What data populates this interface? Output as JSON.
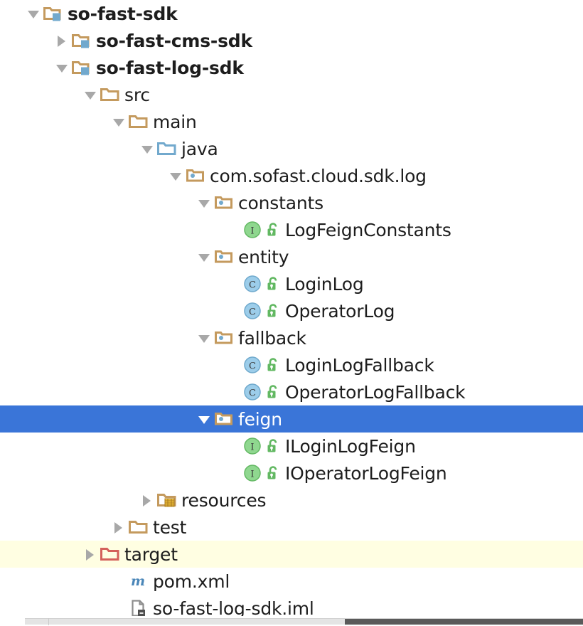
{
  "panel": {
    "name": "project-tree",
    "selection_color": "#3a75d8",
    "selection_text_color": "#ffffff",
    "excluded_highlight_color": "#fffee2",
    "text_color": "#1d1d1d",
    "folder_color": "#c49a5e",
    "source_folder_color": "#72a9cd",
    "excluded_folder_color": "#d4615b",
    "interface_icon_color": "#8fd78f",
    "class_icon_color": "#9ccdea",
    "lock_icon_color": "#62b862"
  },
  "rows": [
    {
      "label": "so-fast-sdk",
      "indent": 0,
      "twisty": "expanded",
      "icon": "module-folder-icon",
      "bold": true,
      "state": "normal"
    },
    {
      "label": "so-fast-cms-sdk",
      "indent": 1,
      "twisty": "collapsed",
      "icon": "module-folder-icon",
      "bold": true,
      "state": "normal"
    },
    {
      "label": "so-fast-log-sdk",
      "indent": 1,
      "twisty": "expanded",
      "icon": "module-folder-icon",
      "bold": true,
      "state": "normal"
    },
    {
      "label": "src",
      "indent": 2,
      "twisty": "expanded",
      "icon": "folder-icon",
      "bold": false,
      "state": "normal"
    },
    {
      "label": "main",
      "indent": 3,
      "twisty": "expanded",
      "icon": "folder-icon",
      "bold": false,
      "state": "normal"
    },
    {
      "label": "java",
      "indent": 4,
      "twisty": "expanded",
      "icon": "source-folder-icon",
      "bold": false,
      "state": "normal"
    },
    {
      "label": "com.sofast.cloud.sdk.log",
      "indent": 5,
      "twisty": "expanded",
      "icon": "package-folder-icon",
      "bold": false,
      "state": "normal"
    },
    {
      "label": "constants",
      "indent": 6,
      "twisty": "expanded",
      "icon": "package-folder-icon",
      "bold": false,
      "state": "normal"
    },
    {
      "label": "LogFeignConstants",
      "indent": 7,
      "twisty": "none",
      "icon": "interface-icon",
      "bold": false,
      "state": "normal",
      "badge": "unlocked-icon"
    },
    {
      "label": "entity",
      "indent": 6,
      "twisty": "expanded",
      "icon": "package-folder-icon",
      "bold": false,
      "state": "normal"
    },
    {
      "label": "LoginLog",
      "indent": 7,
      "twisty": "none",
      "icon": "class-icon",
      "bold": false,
      "state": "normal",
      "badge": "unlocked-icon"
    },
    {
      "label": "OperatorLog",
      "indent": 7,
      "twisty": "none",
      "icon": "class-icon",
      "bold": false,
      "state": "normal",
      "badge": "unlocked-icon"
    },
    {
      "label": "fallback",
      "indent": 6,
      "twisty": "expanded",
      "icon": "package-folder-icon",
      "bold": false,
      "state": "normal"
    },
    {
      "label": "LoginLogFallback",
      "indent": 7,
      "twisty": "none",
      "icon": "class-icon",
      "bold": false,
      "state": "normal",
      "badge": "unlocked-icon"
    },
    {
      "label": "OperatorLogFallback",
      "indent": 7,
      "twisty": "none",
      "icon": "class-icon",
      "bold": false,
      "state": "normal",
      "badge": "unlocked-icon"
    },
    {
      "label": "feign",
      "indent": 6,
      "twisty": "expanded",
      "icon": "package-folder-icon",
      "bold": false,
      "state": "selected"
    },
    {
      "label": "ILoginLogFeign",
      "indent": 7,
      "twisty": "none",
      "icon": "interface-icon",
      "bold": false,
      "state": "normal",
      "badge": "unlocked-icon"
    },
    {
      "label": "IOperatorLogFeign",
      "indent": 7,
      "twisty": "none",
      "icon": "interface-icon",
      "bold": false,
      "state": "normal",
      "badge": "unlocked-icon"
    },
    {
      "label": "resources",
      "indent": 4,
      "twisty": "collapsed",
      "icon": "resources-folder-icon",
      "bold": false,
      "state": "normal"
    },
    {
      "label": "test",
      "indent": 3,
      "twisty": "collapsed",
      "icon": "folder-icon",
      "bold": false,
      "state": "normal"
    },
    {
      "label": "target",
      "indent": 2,
      "twisty": "collapsed",
      "icon": "excluded-folder-icon",
      "bold": false,
      "state": "excluded"
    },
    {
      "label": "pom.xml",
      "indent": 3,
      "twisty": "none",
      "icon": "maven-icon",
      "bold": false,
      "state": "normal"
    },
    {
      "label": "so-fast-log-sdk.iml",
      "indent": 3,
      "twisty": "none",
      "icon": "iml-file-icon",
      "bold": false,
      "state": "normal"
    }
  ],
  "scrollbar": {
    "orientation": "horizontal",
    "thumb_color": "#5a5a5a",
    "track_color": "#e4e4e4"
  }
}
